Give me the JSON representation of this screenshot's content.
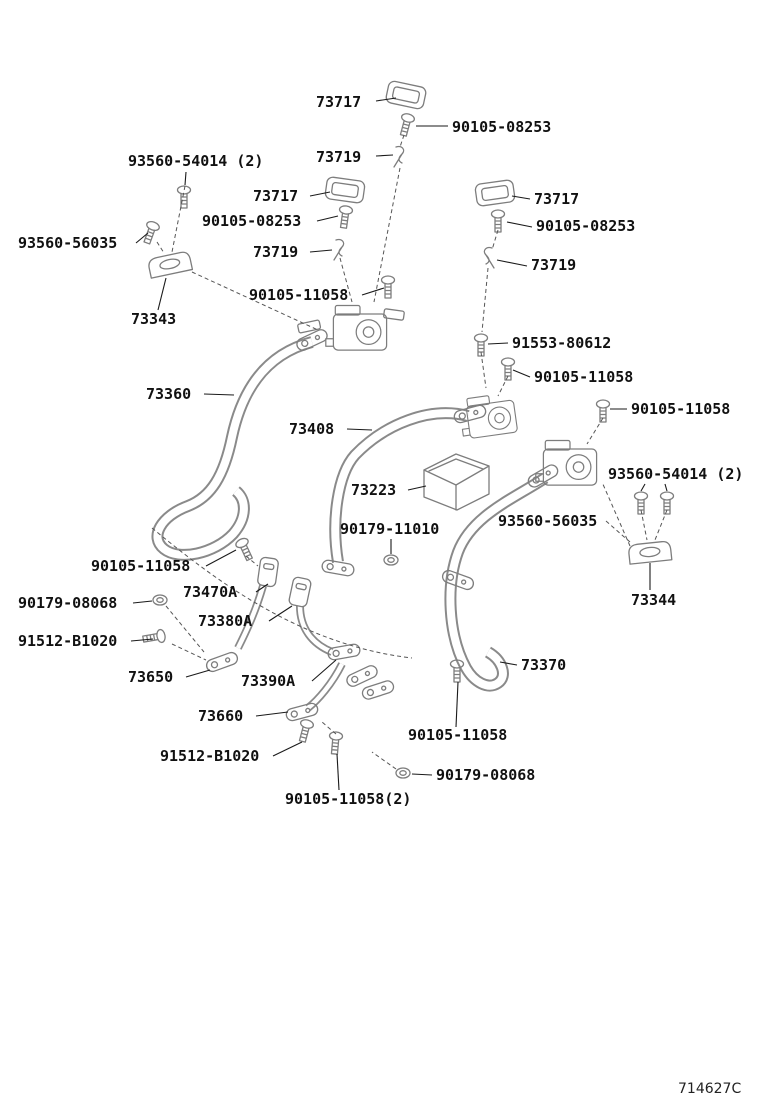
{
  "page": {
    "type": "seat-belt-parts-diagram",
    "drawing_number": "714627C",
    "background": "#ffffff"
  },
  "colors": {
    "label_text": "#111111",
    "leader_line": "#1a1a1a",
    "part_line": "#7d7d7d"
  },
  "labels": [
    {
      "text": "73717"
    },
    {
      "text": "90105-08253"
    },
    {
      "text": "73719"
    },
    {
      "text": "93560-54014 (2)"
    },
    {
      "text": "73717"
    },
    {
      "text": "90105-08253"
    },
    {
      "text": "73717"
    },
    {
      "text": "90105-08253"
    },
    {
      "text": "93560-56035"
    },
    {
      "text": "73719"
    },
    {
      "text": "73719"
    },
    {
      "text": "90105-11058"
    },
    {
      "text": "73343"
    },
    {
      "text": "91553-80612"
    },
    {
      "text": "90105-11058"
    },
    {
      "text": "73360"
    },
    {
      "text": "90105-11058"
    },
    {
      "text": "73408"
    },
    {
      "text": "93560-54014 (2)"
    },
    {
      "text": "73223"
    },
    {
      "text": "90179-11010"
    },
    {
      "text": "93560-56035"
    },
    {
      "text": "90105-11058"
    },
    {
      "text": "73470A"
    },
    {
      "text": "73344"
    },
    {
      "text": "90179-08068"
    },
    {
      "text": "73380A"
    },
    {
      "text": "91512-B1020"
    },
    {
      "text": "73650"
    },
    {
      "text": "73390A"
    },
    {
      "text": "73370"
    },
    {
      "text": "73660"
    },
    {
      "text": "90105-11058"
    },
    {
      "text": "91512-B1020"
    },
    {
      "text": "90179-08068"
    },
    {
      "text": "90105-11058(2)"
    }
  ]
}
